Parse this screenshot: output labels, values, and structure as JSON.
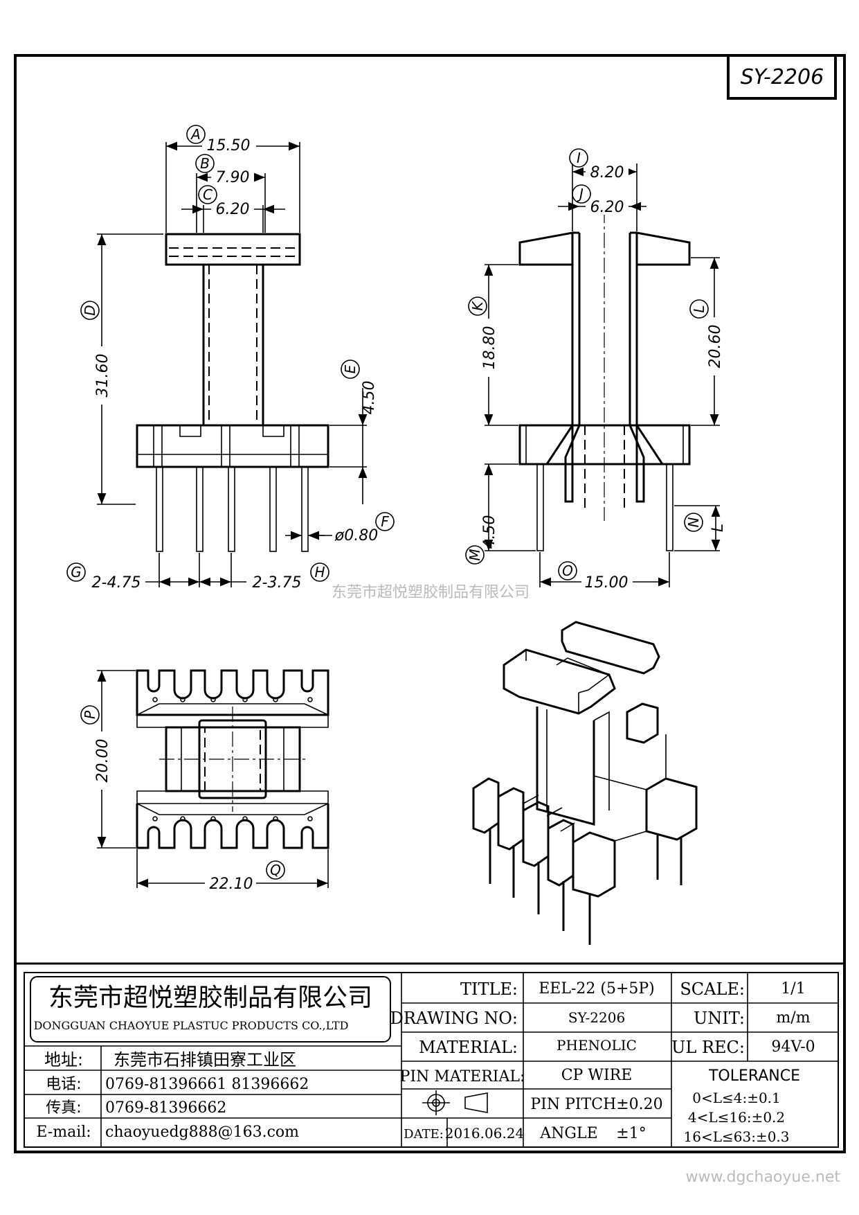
{
  "part_number": "SY-2206",
  "watermark": "东莞市超悦塑胶制品有限公司",
  "website": "www.dgchaoyue.net",
  "dimensions": {
    "A": "15.50",
    "B": "7.90",
    "C": "6.20",
    "D": "31.60",
    "E": "4.50",
    "F": "ø0.80",
    "G": "2-4.75",
    "H": "2-3.75",
    "I": "8.20",
    "J": "6.20",
    "K": "18.80",
    "L": "20.60",
    "M": "4.50",
    "N": "L",
    "O": "15.00",
    "P": "20.00",
    "Q": "22.10"
  },
  "balloons": [
    "A",
    "B",
    "C",
    "D",
    "E",
    "F",
    "G",
    "H",
    "I",
    "J",
    "K",
    "L",
    "M",
    "N",
    "O",
    "P",
    "Q"
  ],
  "title_block": {
    "company_cn": "东莞市超悦塑胶制品有限公司",
    "company_en": "DONGGUAN CHAOYUE PLASTUC PRODUCTS CO.,LTD",
    "address_label": "地址:",
    "address": "东莞市石排镇田寮工业区",
    "phone_label": "电话:",
    "phone": "0769-81396661   81396662",
    "fax_label": "传真:",
    "fax": "0769-81396662",
    "email_label": "E-mail:",
    "email": "chaoyuedg888@163.com",
    "title_label": "TITLE:",
    "title": "EEL-22 (5+5P)",
    "drawing_no_label": "DRAWING NO:",
    "drawing_no": "SY-2206",
    "material_label": "MATERIAL:",
    "material": "PHENOLIC",
    "pin_material_label": "PIN MATERIAL:",
    "pin_material": "CP WIRE",
    "pin_pitch": "PIN PITCH±0.20",
    "date_label": "DATE:",
    "date": "2016.06.24",
    "angle_label": "ANGLE",
    "angle": "±1°",
    "scale_label": "SCALE:",
    "scale": "1/1",
    "unit_label": "UNIT:",
    "unit": "m/m",
    "ul_rec_label": "UL REC:",
    "ul_rec": "94V-0",
    "tolerance_label": "TOLERANCE",
    "tolerance_rows": [
      "0<L≤4:±0.1",
      "4<L≤16:±0.2",
      "16<L≤63:±0.3"
    ]
  }
}
